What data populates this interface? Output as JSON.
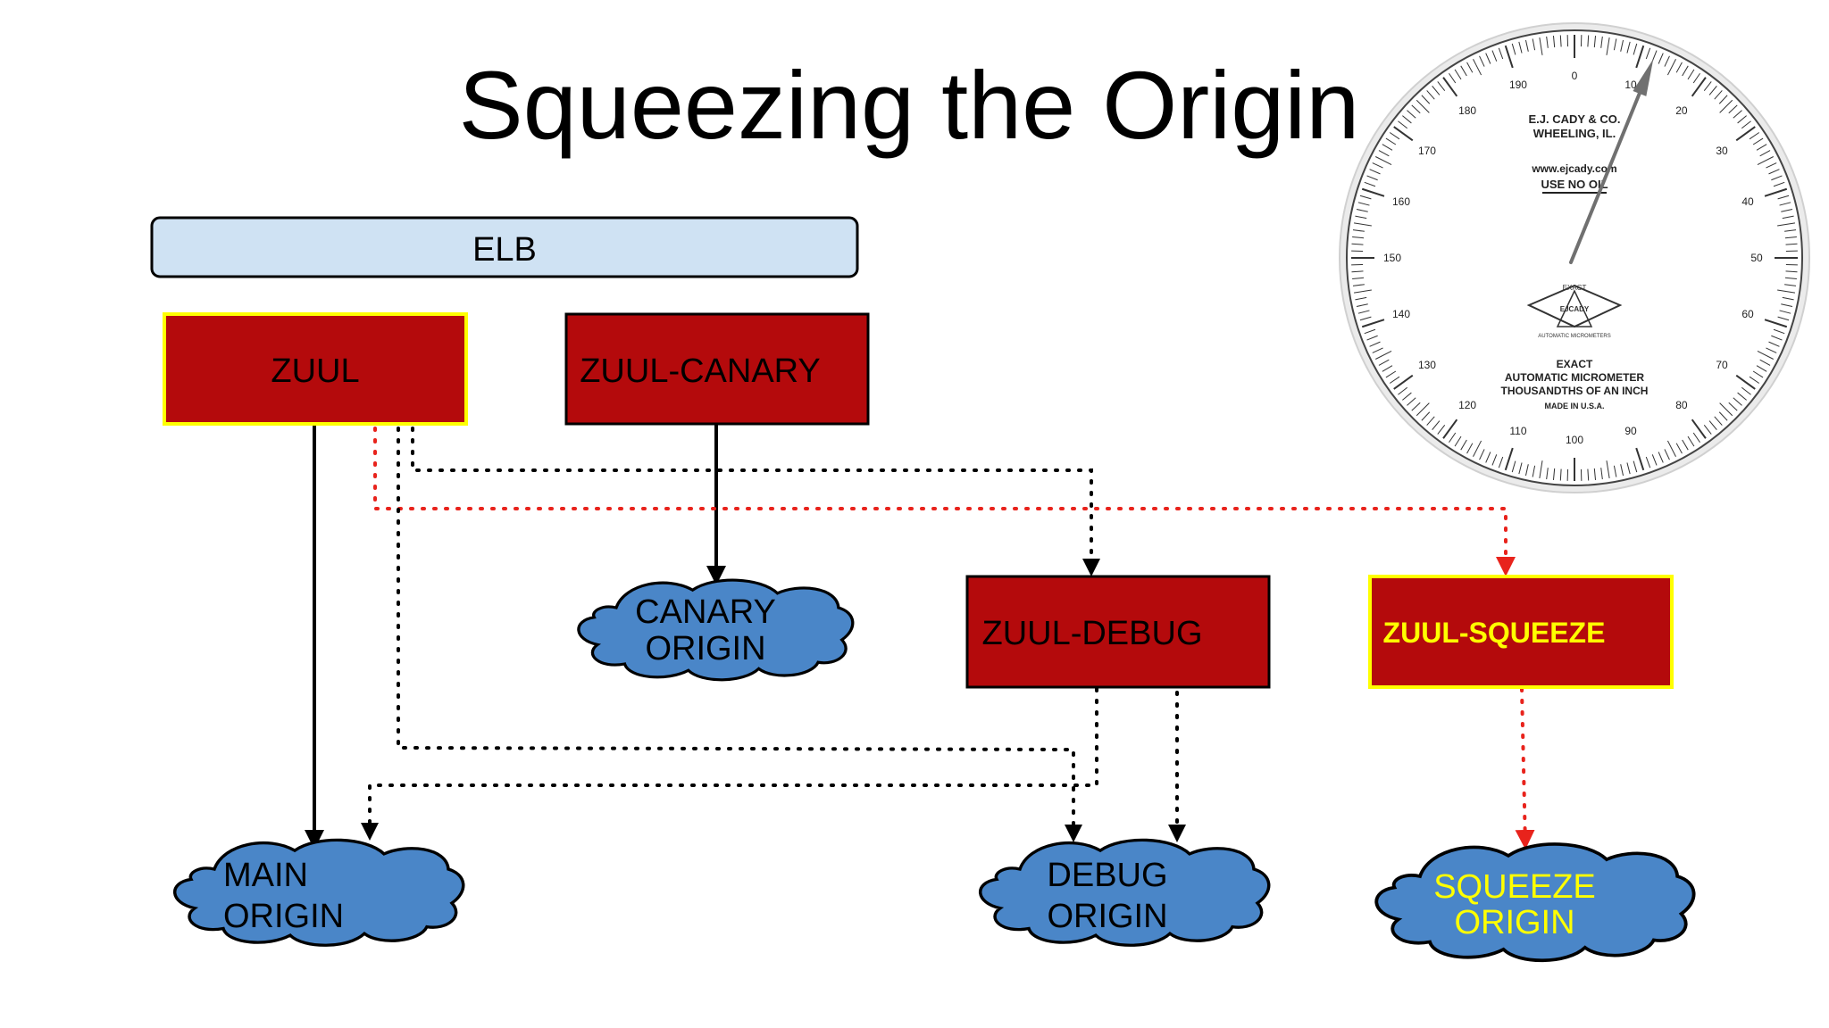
{
  "slide": {
    "title": "Squeezing the Origin"
  },
  "colors": {
    "box_red": "#b40a0c",
    "highlight_yellow": "#ffff00",
    "cloud_blue": "#4a86c8",
    "elb_fill": "#cfe2f3",
    "debug_red": "#e8231c"
  },
  "diagram": {
    "elb": "ELB",
    "zuul": "ZUUL",
    "zuul_canary": "ZUUL-CANARY",
    "zuul_debug": "ZUUL-DEBUG",
    "zuul_squeeze": "ZUUL-SQUEEZE",
    "canary_origin": [
      "CANARY",
      "ORIGIN"
    ],
    "main_origin": [
      "MAIN",
      "ORIGIN"
    ],
    "debug_origin": [
      "DEBUG",
      "ORIGIN"
    ],
    "squeeze_origin": [
      "SQUEEZE",
      "ORIGIN"
    ]
  },
  "dial": {
    "maker": [
      "E.J. CADY & CO.",
      "WHEELING, IL."
    ],
    "website": "www.ejcady.com",
    "warning": "USE NO OIL",
    "logo_text": [
      "EXACT",
      "AUTOMATIC MICROMETERS"
    ],
    "logo_letters": "EJCADY",
    "caption": [
      "EXACT",
      "AUTOMATIC MICROMETER",
      "THOUSANDTHS OF AN INCH"
    ],
    "origin": "MADE IN U.S.A.",
    "scale_labels": [
      "0",
      "10",
      "20",
      "30",
      "40",
      "50",
      "60",
      "70",
      "80",
      "90",
      "100",
      "110",
      "120",
      "130",
      "140",
      "150",
      "160",
      "170",
      "180",
      "190"
    ],
    "needle_value": 12
  }
}
